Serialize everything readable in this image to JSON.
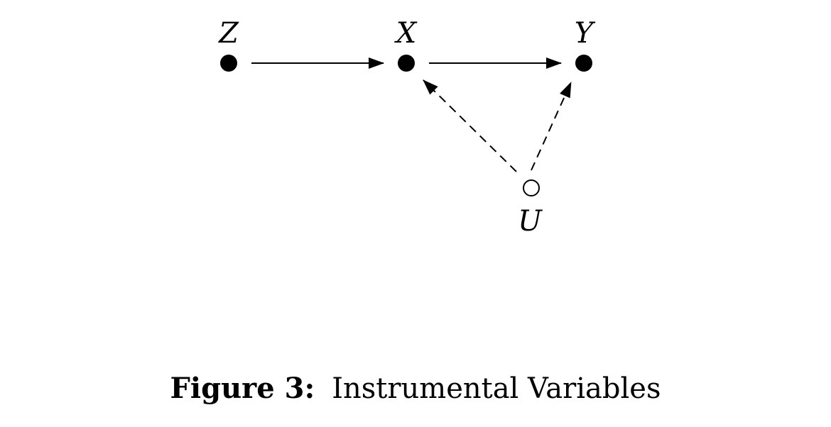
{
  "diagram": {
    "nodes": [
      {
        "id": "Z",
        "label": "Z",
        "observed": true
      },
      {
        "id": "X",
        "label": "X",
        "observed": true
      },
      {
        "id": "Y",
        "label": "Y",
        "observed": true
      },
      {
        "id": "U",
        "label": "U",
        "observed": false
      }
    ],
    "edges": [
      {
        "from": "Z",
        "to": "X",
        "style": "solid"
      },
      {
        "from": "X",
        "to": "Y",
        "style": "solid"
      },
      {
        "from": "U",
        "to": "X",
        "style": "dashed"
      },
      {
        "from": "U",
        "to": "Y",
        "style": "dashed"
      }
    ]
  },
  "caption": {
    "number": "Figure 3:",
    "text": "Instrumental Variables"
  }
}
